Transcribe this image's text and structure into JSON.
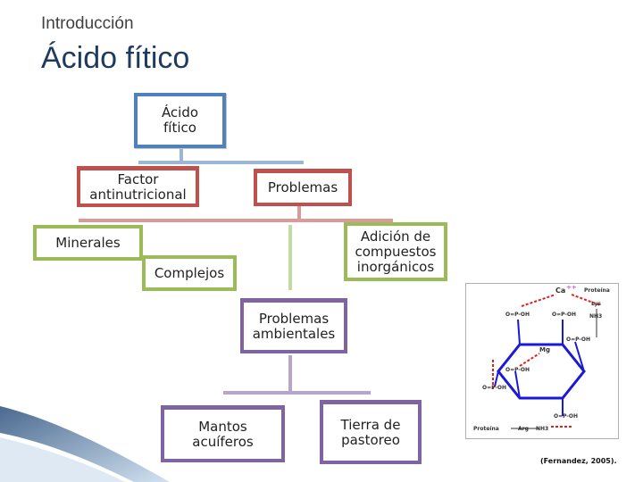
{
  "header": {
    "subtitle": "Introducción",
    "title": "Ácido fítico"
  },
  "nodes": {
    "root": "Ácido fítico",
    "antinutritional": "Factor antinutricional",
    "problems": "Problemas",
    "minerals": "Minerales",
    "inorganic": "Adición de compuestos inorgánicos",
    "complexes": "Complejos",
    "environmental": "Problemas ambientales",
    "aquifers": "Mantos acuíferos",
    "pasture": "Tierra de pastoreo"
  },
  "structure": {
    "labels": {
      "protein_top": "Proteína",
      "lys": "Lys",
      "nh3": "NH3",
      "ca": "Ca",
      "mg": "Mg",
      "protein_bottom": "Proteína",
      "arg": "Arg",
      "nh3_bottom": "NH3",
      "po_oh": "O=P-OH"
    },
    "caption": "(Fernandez, 2005)."
  },
  "colors": {
    "title": "#1f3a5f",
    "blue_border": "#4f81bd",
    "red_border": "#c0504d",
    "green_border": "#9bbb59",
    "purple_border": "#8064a2",
    "structure_ring": "#1a1ad6",
    "structure_bond": "#e0201a"
  }
}
